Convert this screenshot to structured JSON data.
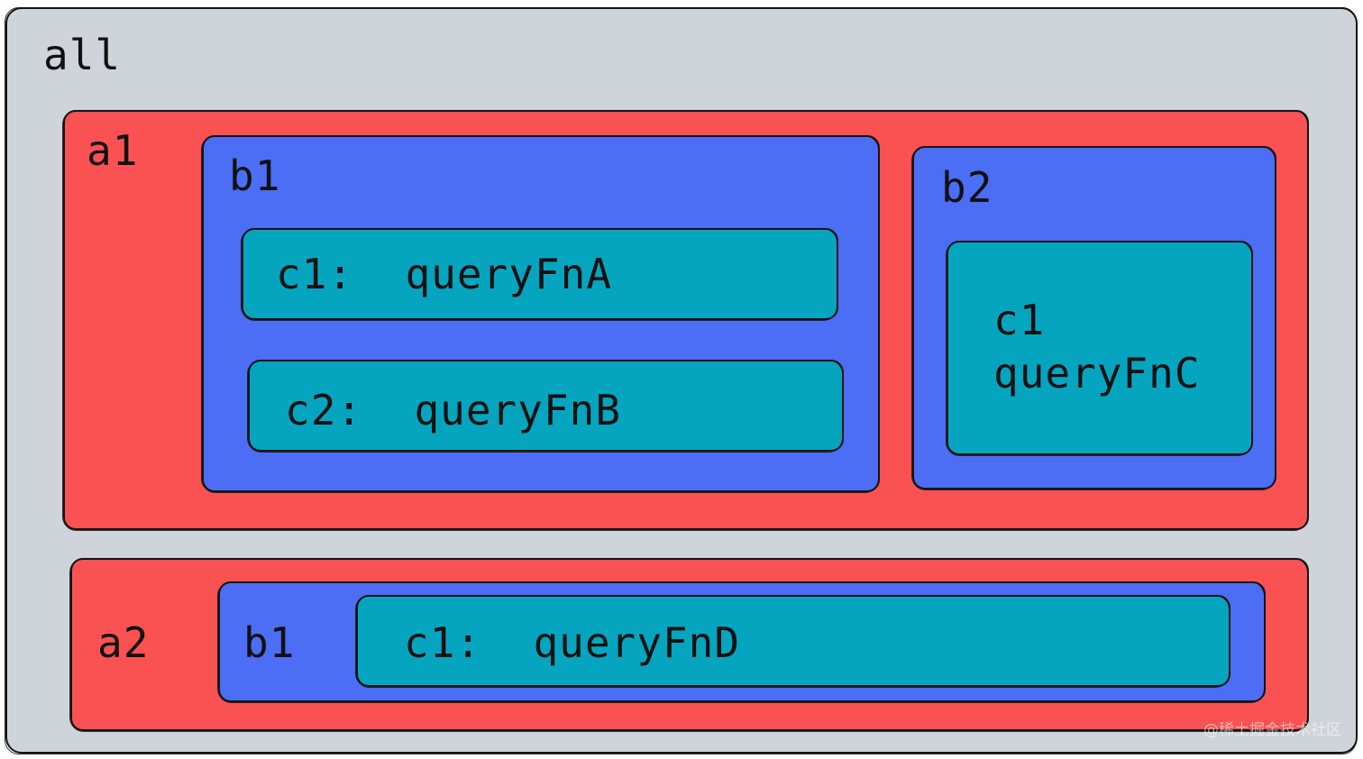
{
  "colors": {
    "all": "#ced4da",
    "a": "#fa5252",
    "b": "#4c6ef5",
    "c": "#05a5bf",
    "stroke": "#141414"
  },
  "all": {
    "label": "all"
  },
  "a1": {
    "label": "a1",
    "b1": {
      "label": "b1",
      "c1": {
        "label": "c1:  queryFnA"
      },
      "c2": {
        "label": "c2:  queryFnB"
      }
    },
    "b2": {
      "label": "b2",
      "c1": {
        "line1": "c1",
        "line2": "queryFnC"
      }
    }
  },
  "a2": {
    "label": "a2",
    "b1": {
      "label": "b1",
      "c1": {
        "label": "c1:  queryFnD"
      }
    }
  },
  "watermark": "@稀土掘金技术社区"
}
